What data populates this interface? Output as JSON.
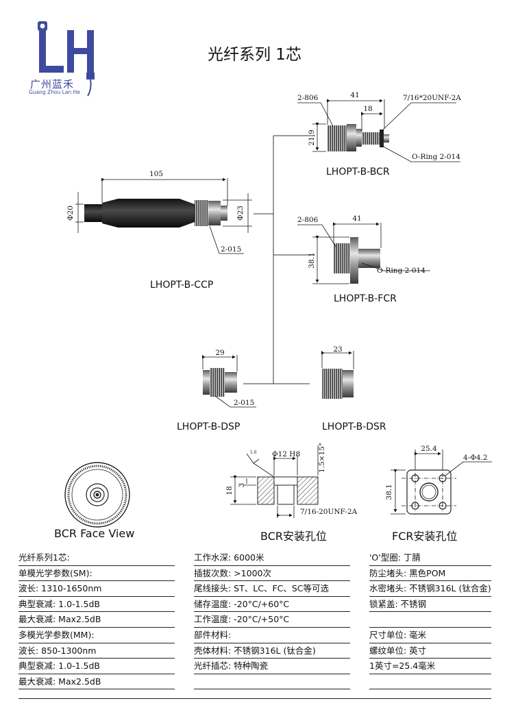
{
  "header": {
    "logo_cn": "广州蓝禾",
    "logo_en": "Guang Zhou Lan He",
    "title": "光纤系列 1芯"
  },
  "drawings": {
    "ccp": {
      "label": "LHOPT-B-CCP",
      "dim_length": "105",
      "dim_left_dia": "Φ20",
      "dim_right_dia": "Φ23",
      "callout": "2-015"
    },
    "bcr": {
      "label": "LHOPT-B-BCR",
      "dim_length": "41",
      "dim_thread_len": "18",
      "dim_height": "21.9",
      "callout_top": "2-806",
      "callout_thread": "7/16*20UNF-2A",
      "callout_oring": "O-Ring 2-014"
    },
    "fcr": {
      "label": "LHOPT-B-FCR",
      "dim_length": "41",
      "dim_height": "38.1",
      "callout_top": "2-806",
      "callout_oring": "O-Ring 2-014"
    },
    "dsp": {
      "label": "LHOPT-B-DSP",
      "dim_length": "29",
      "callout": "2-015"
    },
    "dsr": {
      "label": "LHOPT-B-DSR",
      "dim_length": "23"
    },
    "bcr_face": {
      "caption": "BCR Face View"
    },
    "bcr_hole": {
      "caption": "BCR安装孔位",
      "dim_bore": "Φ12 H8",
      "dim_chamfer": "1.5×15°",
      "dim_height": "18",
      "dim_depth": "3",
      "dim_thread": "7/16-20UNF-2A",
      "dim_roughness": "1.6"
    },
    "fcr_hole": {
      "caption": "FCR安装孔位",
      "dim_width": "25.4",
      "dim_height": "38.1",
      "dim_holes": "4-Φ4.2"
    }
  },
  "specs": {
    "col1": [
      "光纤系列1芯:",
      "单模光学参数(SM):",
      "波长: 1310-1650nm",
      "典型衰减: 1.0-1.5dB",
      "最大衰减: Max2.5dB",
      "多模光学参数(MM):",
      "波长: 850-1300nm",
      "典型衰减: 1.0-1.5dB",
      "最大衰减: Max2.5dB"
    ],
    "col2": [
      "工作水深: 6000米",
      "插拔次数: >1000次",
      "尾线接头: ST、LC、FC、SC等可选",
      "储存温度: -20°C/+60°C",
      "工作温度: -20°C/+50°C",
      "部件材料:",
      "壳体材料: 不锈钢316L (钛合金)",
      "光纤插芯: 特种陶瓷",
      ""
    ],
    "col3": [
      "'O'型圈: 丁腈",
      "防尘堵头: 黑色POM",
      "水密堵头: 不锈钢316L (钛合金)",
      "锁紧盖: 不锈钢",
      "",
      "尺寸单位: 毫米",
      "螺纹单位: 英寸",
      "1英寸=25.4毫米",
      ""
    ]
  }
}
